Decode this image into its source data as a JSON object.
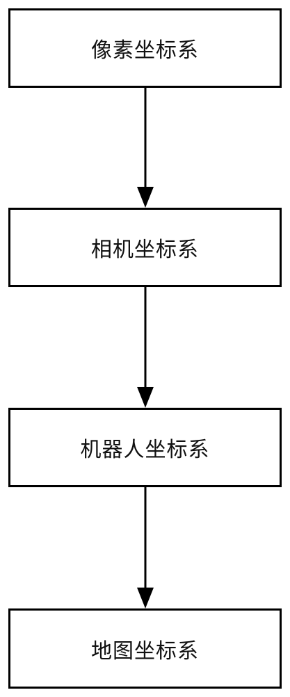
{
  "nodes": [
    {
      "id": "pixel",
      "label": "像素坐标系"
    },
    {
      "id": "camera",
      "label": "相机坐标系"
    },
    {
      "id": "robot",
      "label": "机器人坐标系"
    },
    {
      "id": "map",
      "label": "地图坐标系"
    }
  ],
  "edges": [
    {
      "from": "pixel",
      "to": "camera"
    },
    {
      "from": "camera",
      "to": "robot"
    },
    {
      "from": "robot",
      "to": "map"
    }
  ],
  "colors": {
    "stroke": "#000000",
    "text": "#111111",
    "background": "#ffffff"
  }
}
